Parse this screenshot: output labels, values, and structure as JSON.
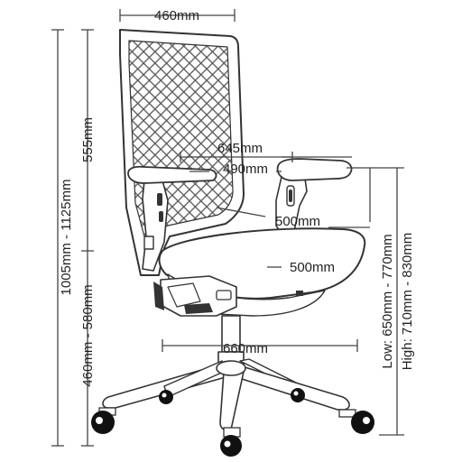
{
  "colors": {
    "line": "#333333",
    "dim_line": "#444444",
    "mesh": "#555555",
    "text": "#222222",
    "wheel": "#111111"
  },
  "labels": {
    "backrest_width": "460mm",
    "total_height": "1005mm - 1125mm",
    "backrest_height": "555mm",
    "arm_width_outer": "645mm",
    "arm_width_inner": "490mm",
    "seat_depth": "500mm",
    "seat_width": "500mm",
    "seat_height": "460mm - 580mm",
    "base_diameter": "660mm",
    "arm_height_low": "Low: 650mm - 770mm",
    "arm_height_high": "High: 710mm - 830mm"
  }
}
